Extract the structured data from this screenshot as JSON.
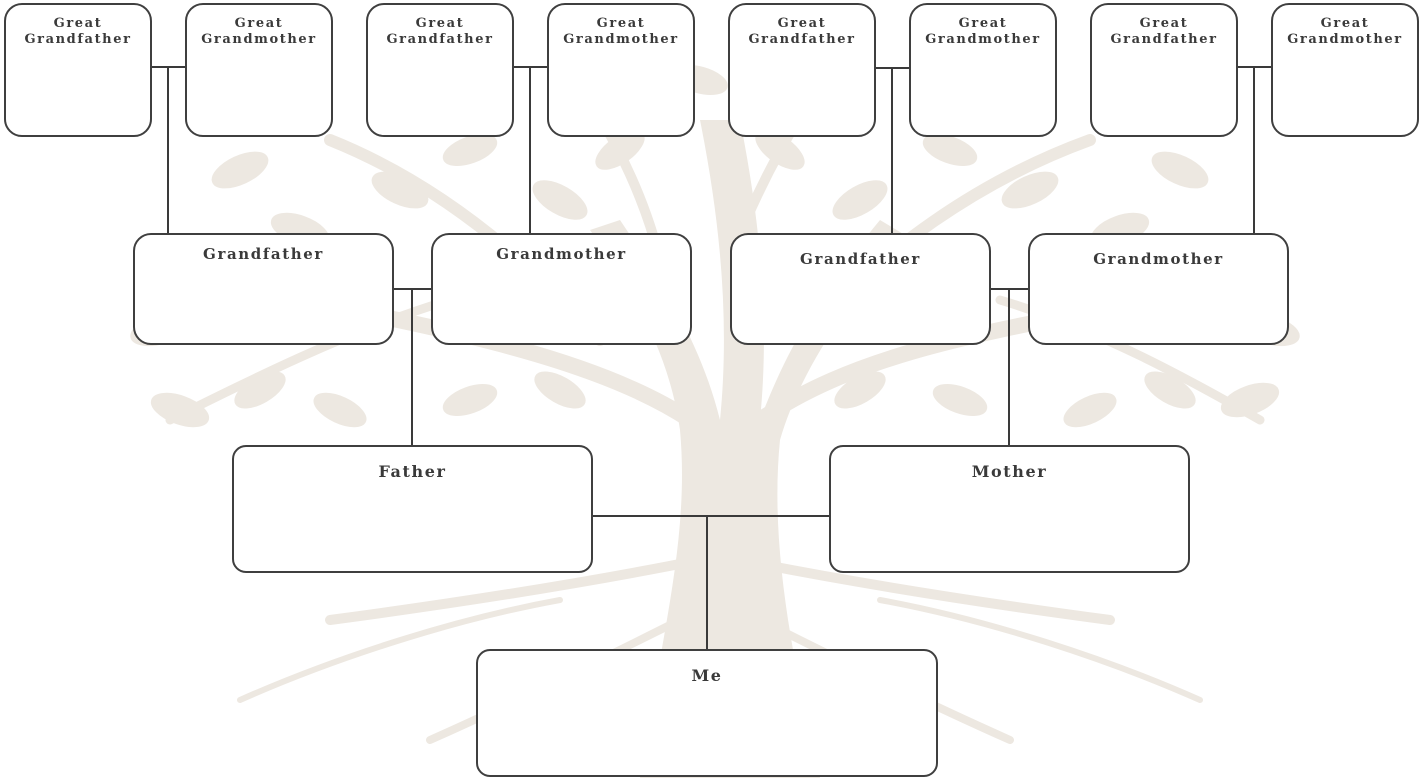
{
  "colors": {
    "line": "#3a3a3a",
    "box_border": "#3f3f3f",
    "tree_watermark": "#ede8e1",
    "text": "#3a3a3a"
  },
  "tree": {
    "great_grandparents": [
      {
        "line1": "Great",
        "line2": "Grandfather"
      },
      {
        "line1": "Great",
        "line2": "Grandmother"
      },
      {
        "line1": "Great",
        "line2": "Grandfather"
      },
      {
        "line1": "Great",
        "line2": "Grandmother"
      },
      {
        "line1": "Great",
        "line2": "Grandfather"
      },
      {
        "line1": "Great",
        "line2": "Grandmother"
      },
      {
        "line1": "Great",
        "line2": "Grandfather"
      },
      {
        "line1": "Great",
        "line2": "Grandmother"
      }
    ],
    "grandparents": [
      "Grandfather",
      "Grandmother",
      "Grandfather",
      "Grandmother"
    ],
    "parents": [
      "Father",
      "Mother"
    ],
    "self": "Me"
  }
}
